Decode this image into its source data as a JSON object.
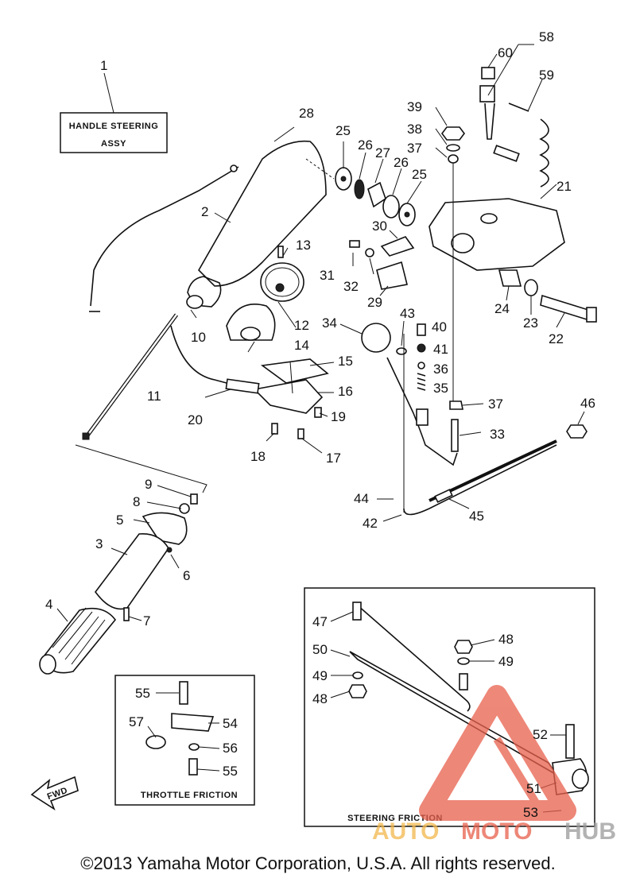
{
  "title_box": {
    "line1": "HANDLE STEERING",
    "line2": "ASSY"
  },
  "insets": {
    "throttle": "THROTTLE FRICTION",
    "steering": "STEERING FRICTION"
  },
  "fwd_label": "FWD",
  "callouts": {
    "n1": "1",
    "n2": "2",
    "n3": "3",
    "n4": "4",
    "n5": "5",
    "n6": "6",
    "n7": "7",
    "n8": "8",
    "n9": "9",
    "n10": "10",
    "n11": "11",
    "n12": "12",
    "n13": "13",
    "n14": "14",
    "n15": "15",
    "n16": "16",
    "n17": "17",
    "n18": "18",
    "n19": "19",
    "n20": "20",
    "n21": "21",
    "n22": "22",
    "n23": "23",
    "n24": "24",
    "n25a": "25",
    "n25b": "25",
    "n26a": "26",
    "n26b": "26",
    "n27": "27",
    "n28": "28",
    "n29": "29",
    "n30": "30",
    "n31": "31",
    "n32": "32",
    "n33": "33",
    "n34": "34",
    "n35": "35",
    "n36": "36",
    "n37a": "37",
    "n37b": "37",
    "n38": "38",
    "n39": "39",
    "n40": "40",
    "n41": "41",
    "n42": "42",
    "n43": "43",
    "n44": "44",
    "n45": "45",
    "n46": "46",
    "n47": "47",
    "n48a": "48",
    "n48b": "48",
    "n49a": "49",
    "n49b": "49",
    "n50": "50",
    "n51": "51",
    "n52": "52",
    "n53": "53",
    "n54": "54",
    "n55a": "55",
    "n55b": "55",
    "n56": "56",
    "n57": "57",
    "n58": "58",
    "n59": "59",
    "n60": "60"
  },
  "watermark": {
    "part1": "AUTO",
    "part2": "MOTO",
    "part3": "HUB"
  },
  "colors": {
    "watermark_red": "#e8604c",
    "watermark_orange": "#f2b84c",
    "watermark_gray": "#9a9a9a"
  },
  "copyright": "©2013 Yamaha Motor Corporation, U.S.A. All rights reserved."
}
